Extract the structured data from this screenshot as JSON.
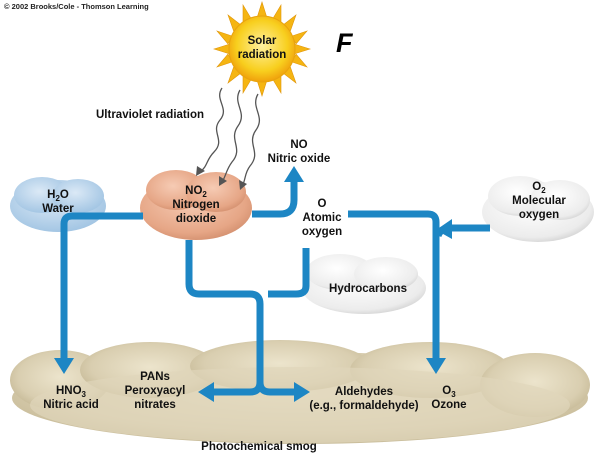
{
  "credit": "© 2002 Brooks/Cole - Thomson Learning",
  "figure_letter": "F",
  "sun": {
    "line1": "Solar",
    "line2": "radiation"
  },
  "uv_label": "Ultraviolet radiation",
  "no": {
    "line1": "NO",
    "line2": "Nitric oxide"
  },
  "water": {
    "formula": "H",
    "sub": "2",
    "formula_end": "O",
    "name": "Water"
  },
  "no2": {
    "formula": "NO",
    "sub": "2",
    "line2": "Nitrogen",
    "line3": "dioxide"
  },
  "atomic_oxygen": {
    "line1": "O",
    "line2": "Atomic",
    "line3": "oxygen"
  },
  "o2": {
    "formula": "O",
    "sub": "2",
    "line2": "Molecular",
    "line3": "oxygen"
  },
  "hydrocarbons": "Hydrocarbons",
  "hno3": {
    "formula": "HNO",
    "sub": "3",
    "name": "Nitric acid"
  },
  "pans": {
    "line1": "PANs",
    "line2": "Peroxyacyl",
    "line3": "nitrates"
  },
  "aldehydes": {
    "line1": "Aldehydes",
    "line2": "(e.g., formaldehyde)"
  },
  "ozone": {
    "formula": "O",
    "sub": "3",
    "name": "Ozone"
  },
  "smog_label": "Photochemical smog",
  "colors": {
    "arrow": "#1d86c4",
    "sun": "#f6c91a",
    "no2_cloud": "#e6a98c",
    "water_cloud": "#b7d4ec",
    "smog": "#d8ceb2"
  }
}
